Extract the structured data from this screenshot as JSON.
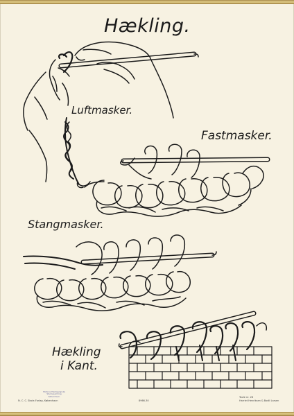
{
  "poster": {
    "title": "Hækling.",
    "labels": {
      "luftmasker": "Luftmasker.",
      "fastmasker": "Fastmasker.",
      "stangmasker": "Stangmasker.",
      "kant_line1": "Hækling",
      "kant_line2": "i Kant."
    },
    "footer": {
      "publisher": "N. C. C. Skole-Forlag, København",
      "plate_no": "Tavle nr. 28",
      "authors": "Harriet Henriksen & Bodil Larsen",
      "print_no": "8966-30",
      "stamp": "Statens Pædagogiske Studiesamling København"
    },
    "colors": {
      "paper": "#f7f2e2",
      "ink": "#1b1b1b"
    }
  }
}
